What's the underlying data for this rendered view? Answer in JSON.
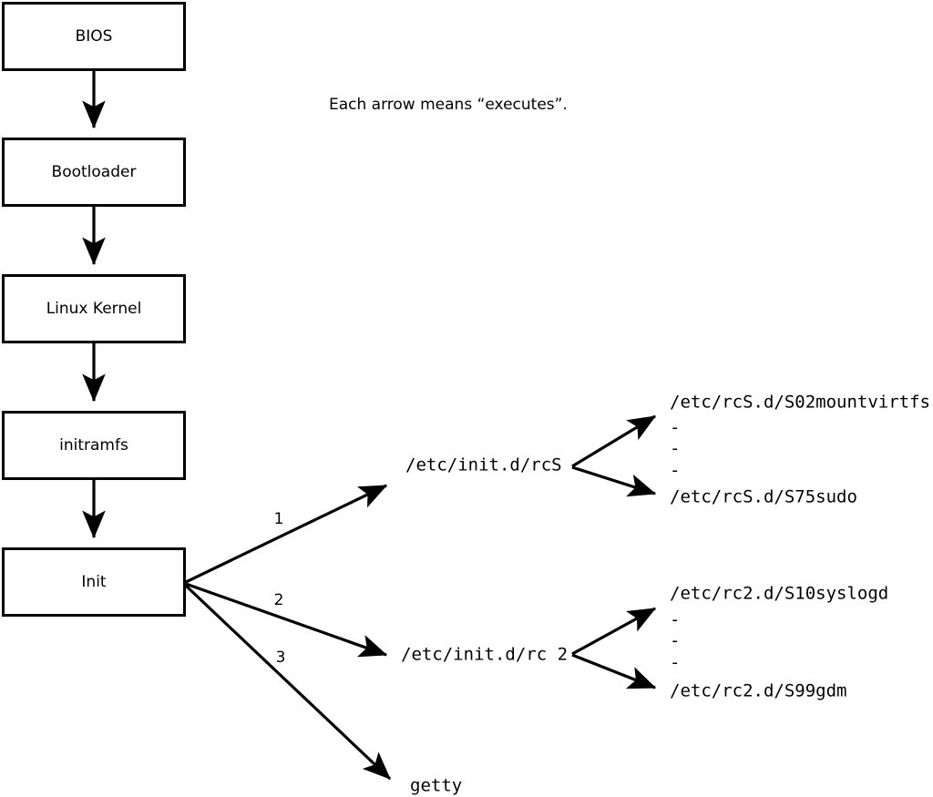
{
  "diagram": {
    "title": "Linux boot process flow diagram",
    "caption": "Each arrow means “executes”.",
    "colors": {
      "stroke": "#000000",
      "fill": "#ffffff",
      "background": "#ffffff"
    },
    "boxes": [
      {
        "id": "bios",
        "label": "BIOS"
      },
      {
        "id": "bootloader",
        "label": "Bootloader"
      },
      {
        "id": "kernel",
        "label": "Linux Kernel"
      },
      {
        "id": "initramfs",
        "label": "initramfs"
      },
      {
        "id": "init",
        "label": "Init"
      }
    ],
    "branch_numbers": [
      "1",
      "2",
      "3"
    ],
    "init_targets": [
      {
        "id": "rcs",
        "label": "/etc/init.d/rcS"
      },
      {
        "id": "rc2",
        "label": "/etc/init.d/rc 2"
      },
      {
        "id": "getty",
        "label": "getty"
      }
    ],
    "rcs_scripts": {
      "first": "/etc/rcS.d/S02mountvirtfs",
      "last": "/etc/rcS.d/S75sudo",
      "ellipsis": [
        "-",
        "-",
        "-"
      ]
    },
    "rc2_scripts": {
      "first": "/etc/rc2.d/S10syslogd",
      "last": "/etc/rc2.d/S99gdm",
      "ellipsis": [
        "-",
        "-",
        "-"
      ]
    }
  }
}
